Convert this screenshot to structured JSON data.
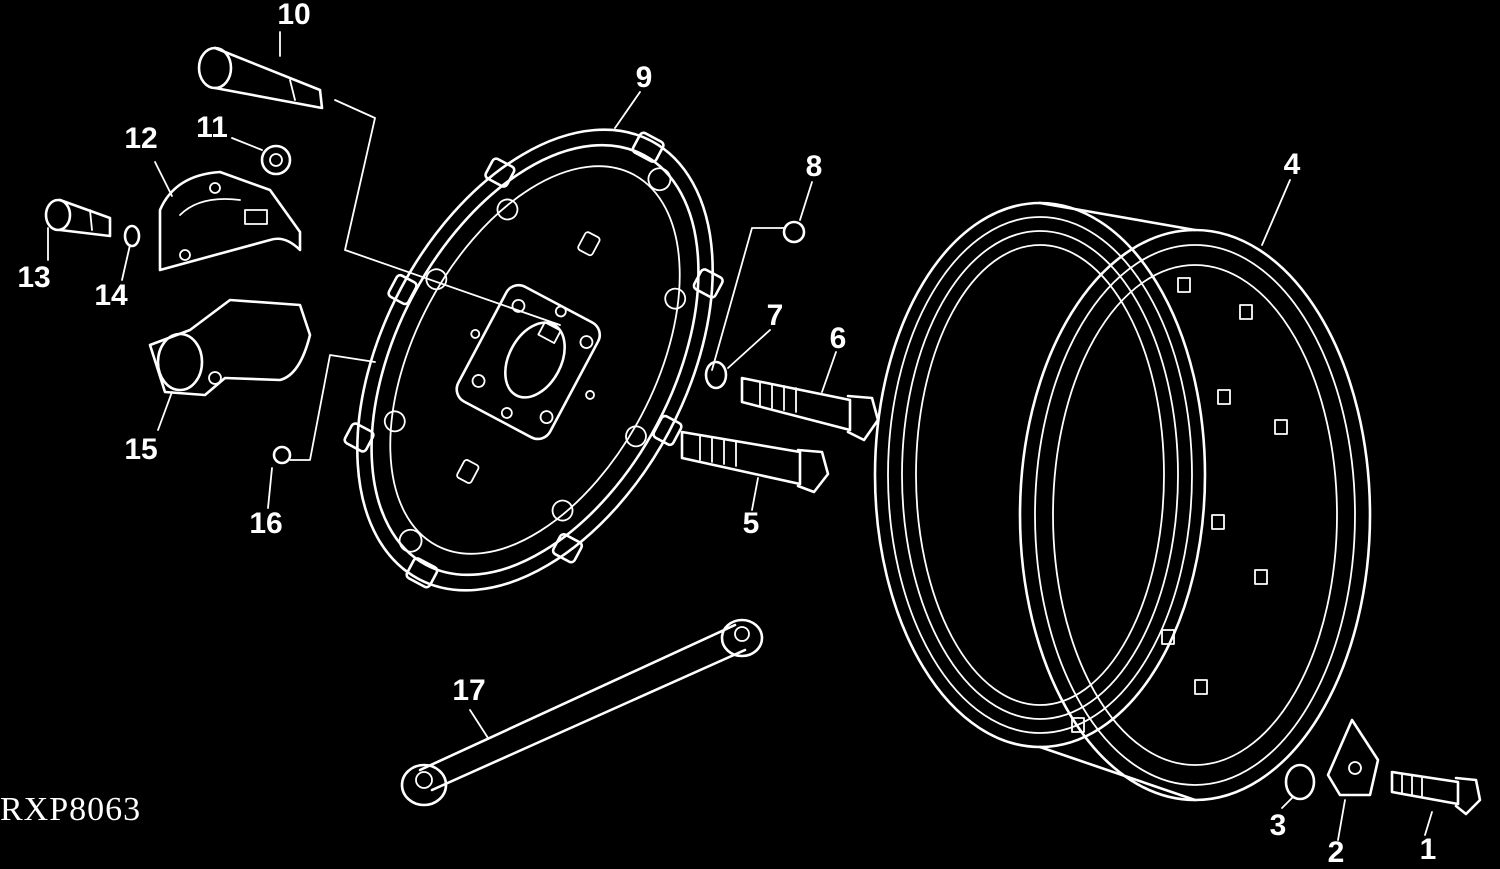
{
  "figure": {
    "id_label": "RXP8063",
    "background": "#000000",
    "line_color": "#ffffff"
  },
  "callouts": {
    "c1": "1",
    "c2": "2",
    "c3": "3",
    "c4": "4",
    "c5": "5",
    "c6": "6",
    "c7": "7",
    "c8": "8",
    "c9": "9",
    "c10": "10",
    "c11": "11",
    "c12": "12",
    "c13": "13",
    "c14": "14",
    "c15": "15",
    "c16": "16",
    "c17": "17"
  }
}
